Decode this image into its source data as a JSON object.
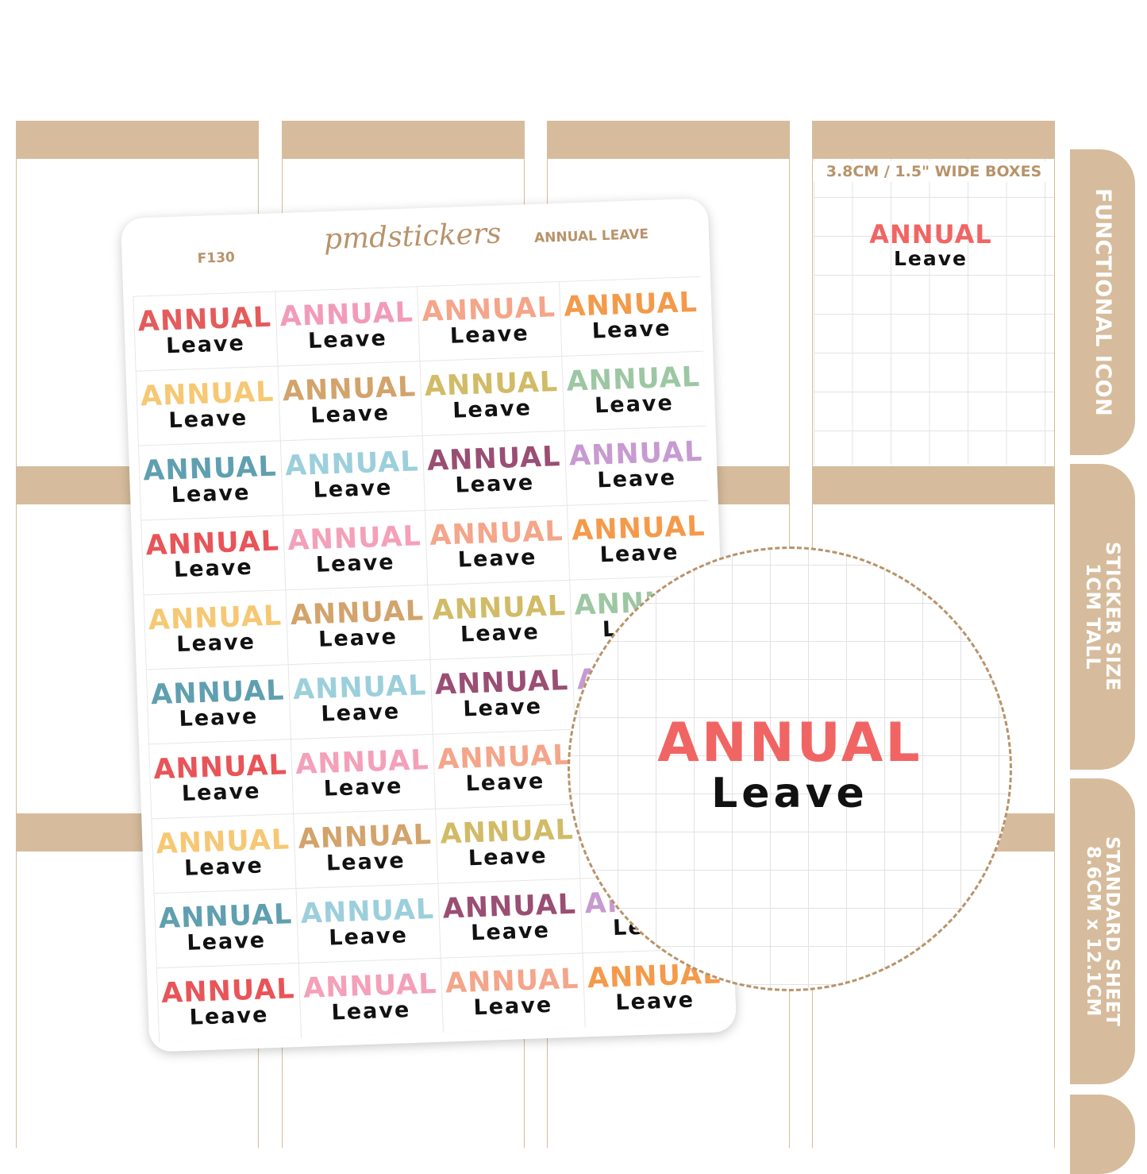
{
  "sheet": {
    "code": "F130",
    "brand": "pmdstickers",
    "title": "ANNUAL LEAVE"
  },
  "sticker": {
    "line1": "ANNUAL",
    "line2": "Leave"
  },
  "sticker_colors": [
    [
      "#e45b5b",
      "#f29bb8",
      "#f4a58a",
      "#f39a4a"
    ],
    [
      "#f6c873",
      "#d2a36b",
      "#d1bb66",
      "#9dc7a3"
    ],
    [
      "#5f9fb0",
      "#9ccfdc",
      "#9a4e73",
      "#c79ad1"
    ],
    [
      "#e85458",
      "#f4a0b9",
      "#f4a58a",
      "#f49a4a"
    ],
    [
      "#f6c873",
      "#d2a36b",
      "#d1bb66",
      "#9dc7a3"
    ],
    [
      "#5f9fb0",
      "#9ccfdc",
      "#9a4e73",
      "#c79ad1"
    ],
    [
      "#e85458",
      "#f4a0b9",
      "#f4a58a",
      "#f49a4a"
    ],
    [
      "#f6c873",
      "#d2a36b",
      "#d1bb66",
      "#9dc7a3"
    ],
    [
      "#5f9fb0",
      "#9ccfdc",
      "#9a4e73",
      "#c79ad1"
    ],
    [
      "#e85458",
      "#f4a0b9",
      "#f4a58a",
      "#f49a4a"
    ]
  ],
  "box_caption": "3.8CM / 1.5\" WIDE BOXES",
  "tabs": {
    "functional": [
      "FUNCTIONAL ICON"
    ],
    "size": [
      "STICKER SIZE",
      "1CM TALL"
    ],
    "sheet": [
      "STANDARD SHEET",
      "8.6CM x 12.1CM"
    ]
  },
  "colors": {
    "accent": "#d6bc9c",
    "text_accent": "#b8936a",
    "zoom_red": "#f06563"
  }
}
